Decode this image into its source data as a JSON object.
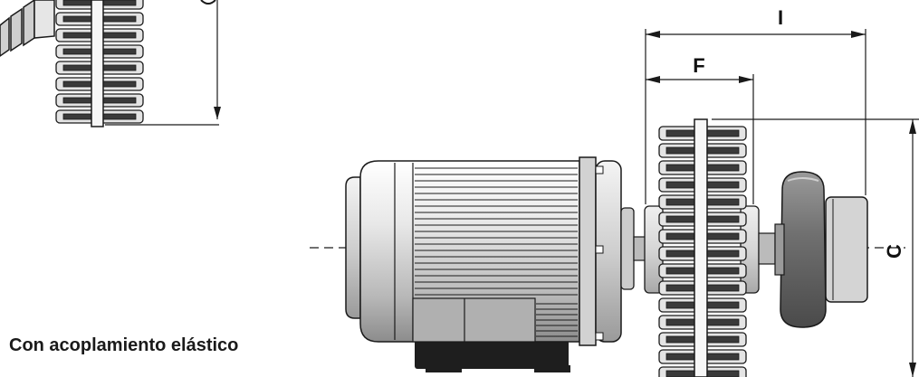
{
  "caption": "Con acoplamiento elástico",
  "dimensions": {
    "overall_length": "I",
    "coupling_length": "F",
    "height": "C"
  },
  "colors": {
    "outline": "#1a1a1a",
    "fin_dark": "#3a3a3a",
    "metal_light": "#e4e4e4",
    "metal_mid": "#bdbdbd",
    "hub_dark": "#6e6e6e",
    "base": "#1e1e1e"
  }
}
